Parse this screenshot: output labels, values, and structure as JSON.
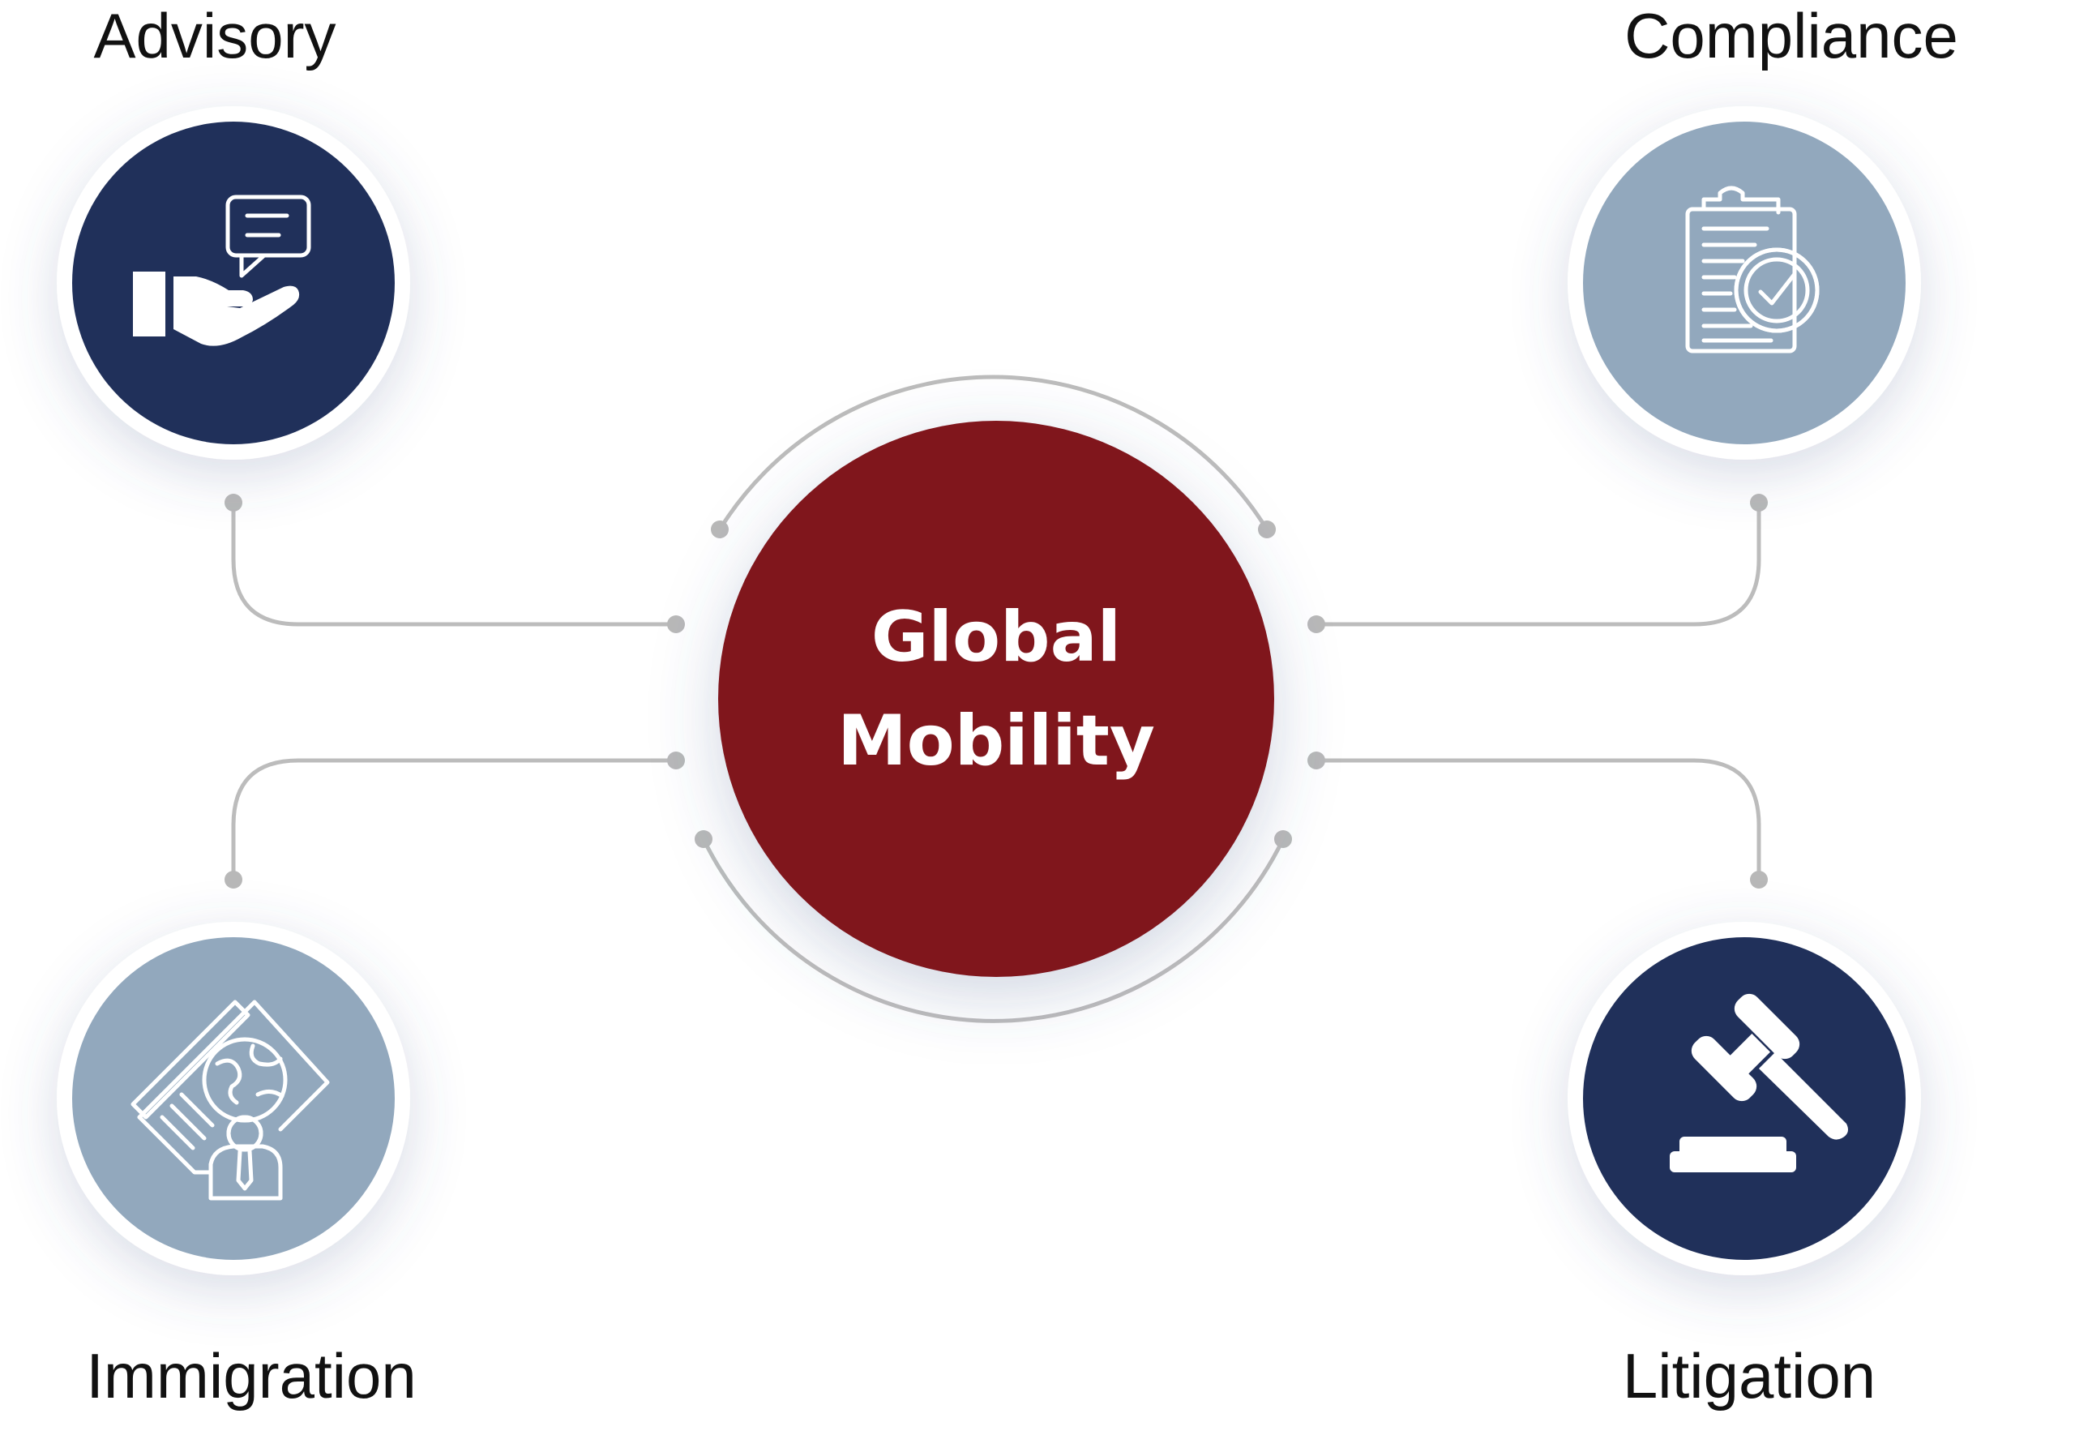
{
  "center": {
    "line1": "Global",
    "line2": "Mobility",
    "color": "#80151a"
  },
  "nodes": {
    "advisory": {
      "label": "Advisory",
      "icon": "hand-speech-bubble-icon",
      "color": "#20305a"
    },
    "compliance": {
      "label": "Compliance",
      "icon": "clipboard-check-icon",
      "color": "#92a8bd"
    },
    "immigration": {
      "label": "Immigration",
      "icon": "passport-globe-person-icon",
      "color": "#92a8bd"
    },
    "litigation": {
      "label": "Litigation",
      "icon": "gavel-icon",
      "color": "#20305a"
    }
  },
  "colors": {
    "connector": "#bcbcbc",
    "ring": "#ffffff"
  }
}
